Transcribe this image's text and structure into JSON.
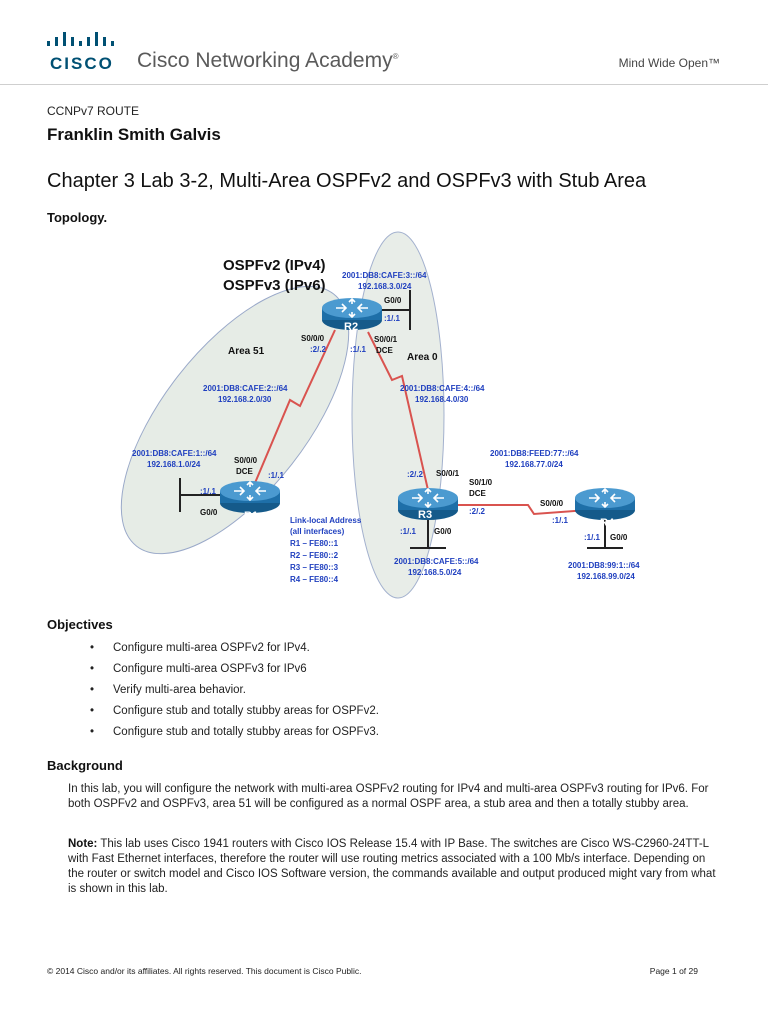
{
  "header": {
    "logo_text": "CISCO",
    "academy": "Cisco Networking Academy",
    "reg_mark": "®",
    "tagline": "Mind Wide Open™"
  },
  "doc": {
    "course": "CCNPv7 ROUTE",
    "author": "Franklin Smith Galvis",
    "title": "Chapter 3 Lab 3-2, Multi-Area OSPFv2 and OSPFv3 with Stub Area"
  },
  "sections": {
    "topology": "Topology.",
    "objectives": "Objectives",
    "background": "Background"
  },
  "diagram": {
    "title1": "OSPFv2 (IPv4)",
    "title2": "OSPFv3 (IPv6)",
    "area51": "Area 51",
    "area0": "Area 0",
    "r1": "R1",
    "r2": "R2",
    "r3": "R3",
    "r4": "R4",
    "r2_lan_v6": "2001:DB8:CAFE:3::/64",
    "r2_lan_v4": "192.168.3.0/24",
    "r2_g00": "G0/0",
    "r2_g00_addr": ":1/.1",
    "r2_s000": "S0/0/0",
    "r2_s000_addr": ":2/.2",
    "r2_s001": "S0/0/1",
    "r2_s001_dce": "DCE",
    "r2_s001_addr": ":1/.1",
    "link12_v6": "2001:DB8:CAFE:2::/64",
    "link12_v4": "192.168.2.0/30",
    "link23_v6": "2001:DB8:CAFE:4::/64",
    "link23_v4": "192.168.4.0/30",
    "r1_lan_v6": "2001:DB8:CAFE:1::/64",
    "r1_lan_v4": "192.168.1.0/24",
    "r1_s000": "S0/0/0",
    "r1_s000_dce": "DCE",
    "r1_s000_addr": ":1/.1",
    "r1_g00": "G0/0",
    "r1_g00_addr": ":1/.1",
    "ll_title1": "Link-local Address",
    "ll_title2": "(all interfaces)",
    "ll_r1": "R1 – FE80::1",
    "ll_r2": "R2 – FE80::2",
    "ll_r3": "R3 – FE80::3",
    "ll_r4": "R4 – FE80::4",
    "r3_s001_addr": ":2/.2",
    "r3_s001": "S0/0/1",
    "r3_s010": "S0/1/0",
    "r3_s010_dce": "DCE",
    "r3_s010_addr": ":2/.2",
    "r3_g00_addr": ":1/.1",
    "r3_g00": "G0/0",
    "r3_lan_v6": "2001:DB8:CAFE:5::/64",
    "r3_lan_v4": "192.168.5.0/24",
    "link34_v6": "2001:DB8:FEED:77::/64",
    "link34_v4": "192.168.77.0/24",
    "r4_s000": "S0/0/0",
    "r4_s000_addr": ":1/.1",
    "r4_g00_addr": ":1/.1",
    "r4_g00": "G0/0",
    "r4_lan_v6": "2001:DB8:99:1::/64",
    "r4_lan_v4": "192.168.99.0/24"
  },
  "objectives": [
    "Configure multi-area OSPFv2 for IPv4.",
    "Configure multi-area OSPFv3 for IPv6",
    "Verify multi-area behavior.",
    "Configure stub and totally stubby areas for OSPFv2.",
    "Configure stub and totally stubby areas for OSPFv3."
  ],
  "bullet": "•",
  "background": {
    "p1": "In this lab, you will configure the network with multi-area OSPFv2 routing for IPv4 and multi-area OSPFv3 routing for IPv6. For both OSPFv2 and OSPFv3, area 51 will be configured as a normal OSPF area, a stub area and then a totally stubby area.",
    "note_label": "Note:",
    "p2": " This lab uses Cisco 1941 routers with Cisco IOS Release 15.4 with IP Base. The switches are Cisco WS-C2960-24TT-L with Fast Ethernet interfaces, therefore the router will use routing metrics associated with a 100 Mb/s interface. Depending on the router or switch model and Cisco IOS Software version, the commands available and output produced might vary from what is shown in this lab."
  },
  "footer": {
    "copyright": "© 2014 Cisco and/or its affiliates. All rights reserved. This document is Cisco Public.",
    "page": "Page 1 of 29"
  },
  "colors": {
    "cisco_blue": "#005073",
    "label_blue": "#1f3fbf",
    "serial_red": "#d9534f",
    "area_fill": "#e6ece6",
    "router_fill": "#1e6fa8"
  }
}
